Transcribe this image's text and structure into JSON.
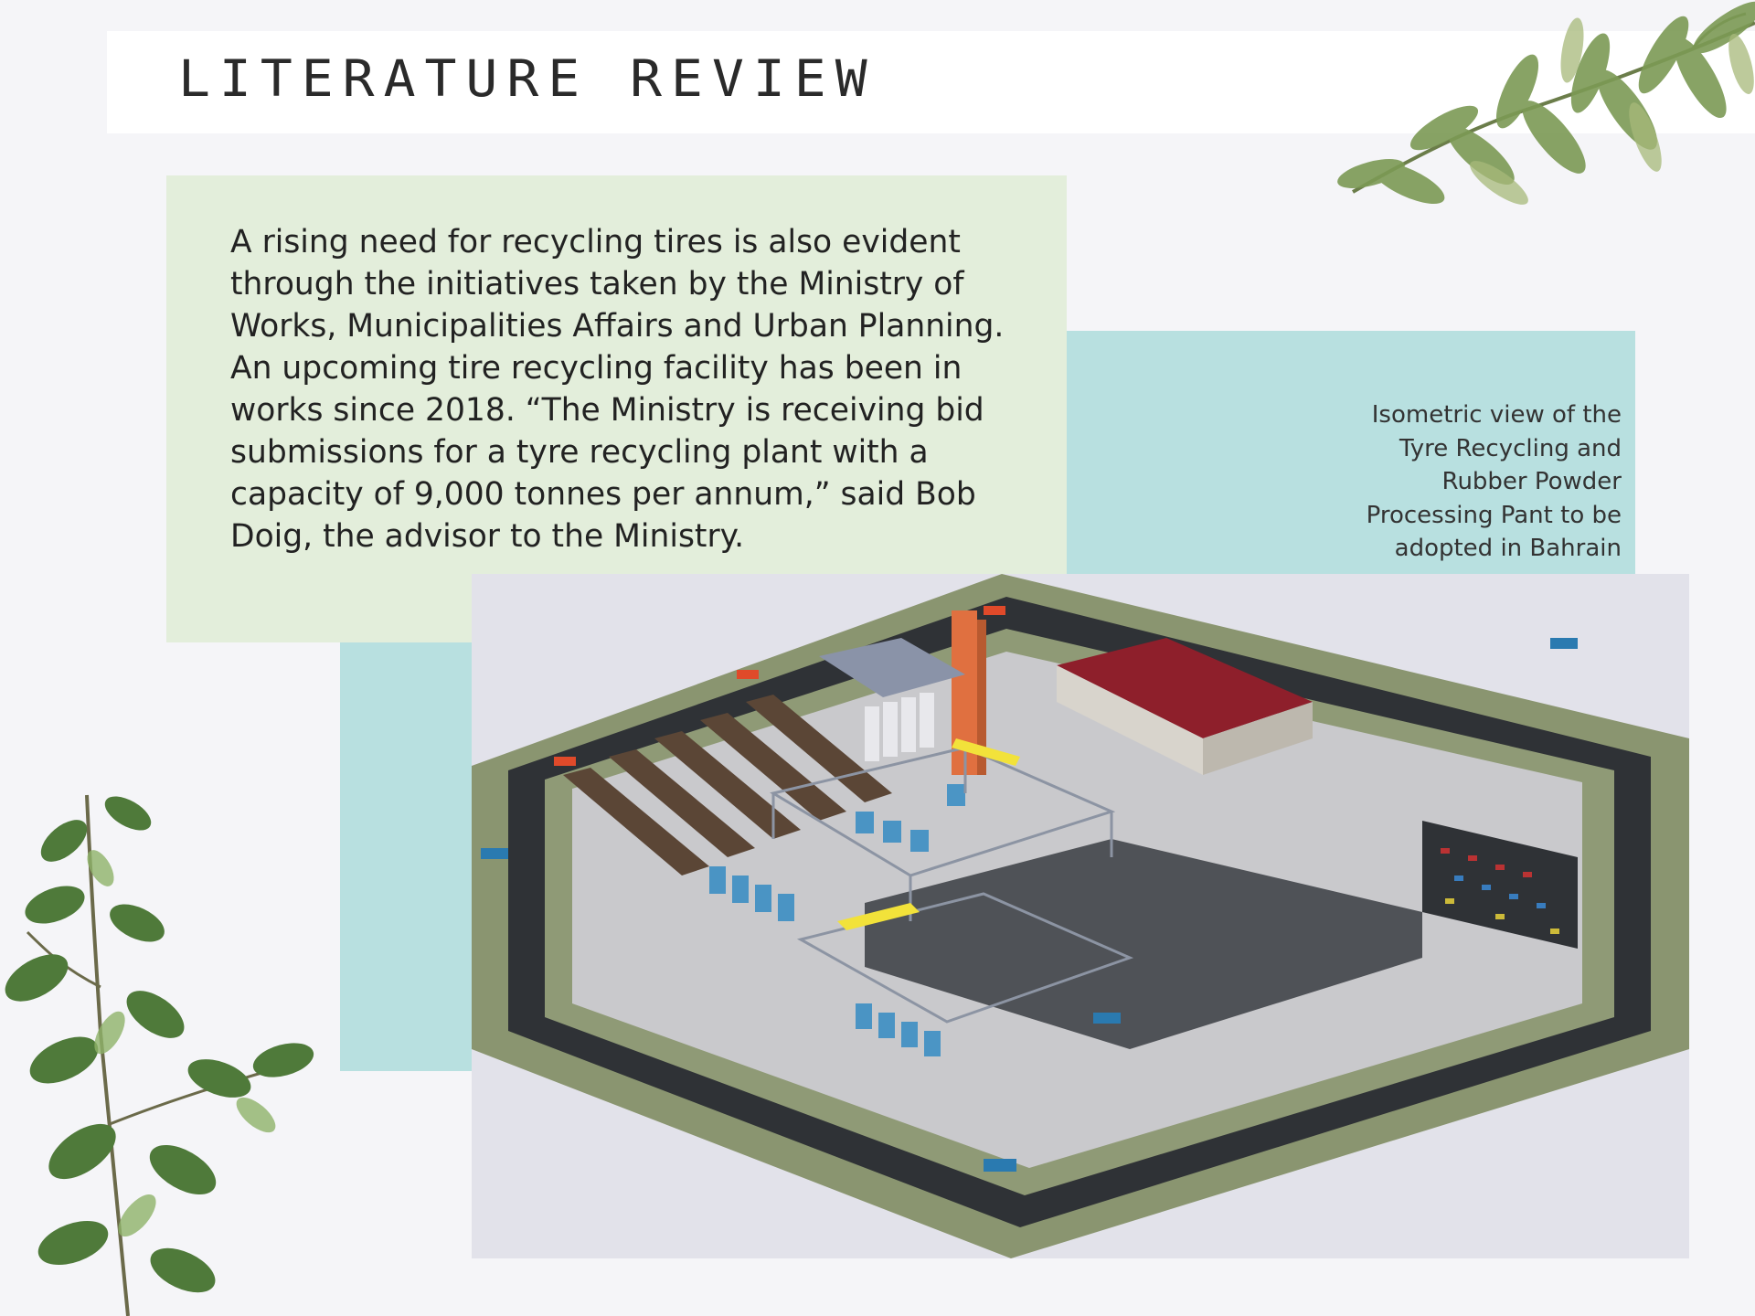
{
  "header": {
    "title": "LITERATURE REVIEW"
  },
  "main": {
    "paragraph": "A rising need for recycling tires is also evident through the initiatives taken by the Ministry of Works, Municipalities Affairs and Urban Planning. An upcoming tire recycling facility has been in works since 2018. “The Ministry is receiving bid submissions for a tyre recycling plant with a capacity of 9,000 tonnes per annum,” said Bob Doig, the advisor to the Ministry.",
    "caption_lines": [
      "Isometric view of the",
      "Tyre Recycling and",
      "Rubber Powder",
      "Processing Pant to be",
      "adopted in Bahrain"
    ]
  },
  "image": {
    "subject": "isometric-plant-render"
  },
  "decor": {
    "top_right": "eucalyptus-branch",
    "bottom_left": "eucalyptus-branch"
  },
  "colors": {
    "background": "#f5f5f8",
    "header_bar": "#ffffff",
    "green_panel": "#e3eedb",
    "teal_panel": "#b8e0e0",
    "text": "#222222",
    "leaf": "#4f7a3a",
    "roof": "#8e1f2b",
    "grass": "#8a9570",
    "road": "#2f3236"
  }
}
